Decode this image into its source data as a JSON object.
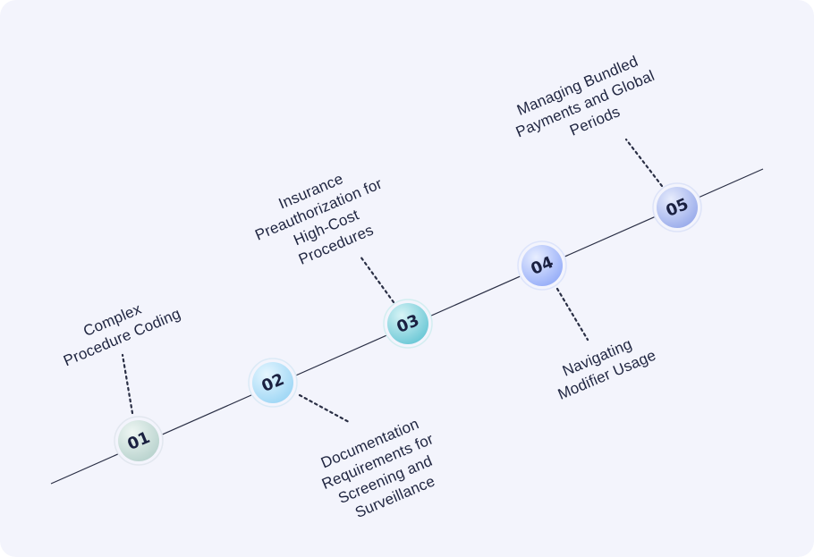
{
  "steps": [
    {
      "number": "01",
      "label_lines": [
        "Complex",
        "Procedure Coding"
      ],
      "color": "#cfe0dc"
    },
    {
      "number": "02",
      "label_lines": [
        "Documentation",
        "Requirements for",
        "Screening and",
        "Surveillance"
      ],
      "color": "#bde3f7"
    },
    {
      "number": "03",
      "label_lines": [
        "Insurance",
        "Preauthorization for",
        "High-Cost",
        "Procedures"
      ],
      "color": "#8fd6e0"
    },
    {
      "number": "04",
      "label_lines": [
        "Navigating",
        "Modifier Usage"
      ],
      "color": "#b7c8fb"
    },
    {
      "number": "05",
      "label_lines": [
        "Managing Bundled",
        "Payments and Global",
        "Periods"
      ],
      "color": "#b9c6f3"
    }
  ]
}
